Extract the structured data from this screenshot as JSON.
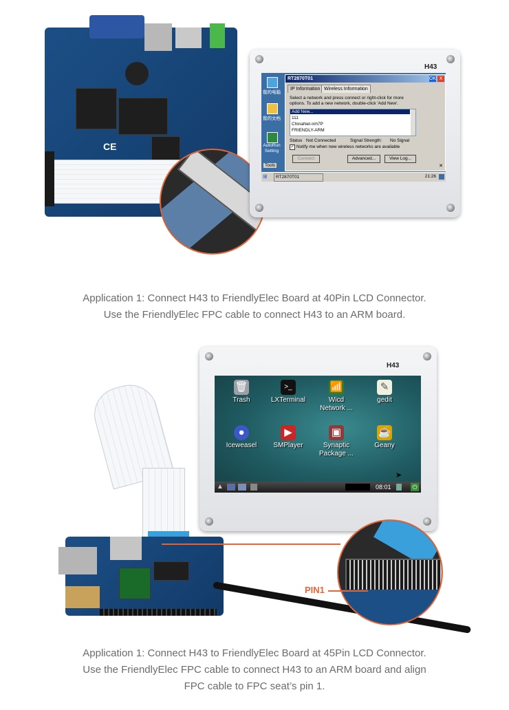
{
  "section1": {
    "panel_label": "H43",
    "wince": {
      "window_title": "RT2870T01",
      "ok_label": "OK",
      "close_label": "X",
      "tab_ip": "IP Information",
      "tab_wireless": "Wireless Information",
      "instructions_line1": "Select a network and press connect or right-click for more",
      "instructions_line2": "options.  To add a new network, double-click 'Add New'.",
      "networks": [
        "Add New...",
        "111",
        "ChinaNet-inh7P",
        "FRIENDLY-ARM"
      ],
      "status_label": "Status",
      "status_value": "Not Connected",
      "signal_label": "Signal Strength:",
      "signal_value": "No Signal",
      "notify_label": "Notify me when new wireless networks are available",
      "connect_button": "Connect",
      "advanced_button": "Advanced...",
      "viewlog_button": "View Log...",
      "desktop_icons": [
        "我的电脑",
        "我的文档",
        "AutoRun Setting"
      ],
      "tools_label": "Tools",
      "taskbar_item": "RT2870T01",
      "clock": "21:26"
    },
    "caption_line1": "Application 1: Connect H43 to FriendlyElec Board at 40Pin LCD Connector.",
    "caption_line2": "Use the FriendlyElec FPC cable to connect H43 to an ARM board."
  },
  "section2": {
    "panel_label": "H43",
    "desktop_icons": [
      {
        "label": "Trash",
        "icon": "trash-icon"
      },
      {
        "label": "LXTerminal",
        "icon": "terminal-icon"
      },
      {
        "label": "Wicd Network ...",
        "icon": "wicd-network-icon"
      },
      {
        "label": "gedit",
        "icon": "gedit-icon"
      },
      {
        "label": "Iceweasel",
        "icon": "iceweasel-icon"
      },
      {
        "label": "SMPlayer",
        "icon": "smplayer-icon"
      },
      {
        "label": "Synaptic Package ...",
        "icon": "synaptic-icon"
      },
      {
        "label": "Geany",
        "icon": "geany-icon"
      }
    ],
    "clock": "08:01",
    "pin_label": "PIN1",
    "caption_line1": "Application 1: Connect H43 to FriendlyElec Board at 45Pin LCD Connector.",
    "caption_line2": "Use the FriendlyElec FPC cable to connect H43 to an ARM board and align",
    "caption_line3": "FPC cable to FPC seat’s pin 1."
  },
  "colors": {
    "accent_orange": "#e0663a",
    "caption_gray": "#6b6b6b",
    "pcb_blue": "#1c4f86"
  }
}
